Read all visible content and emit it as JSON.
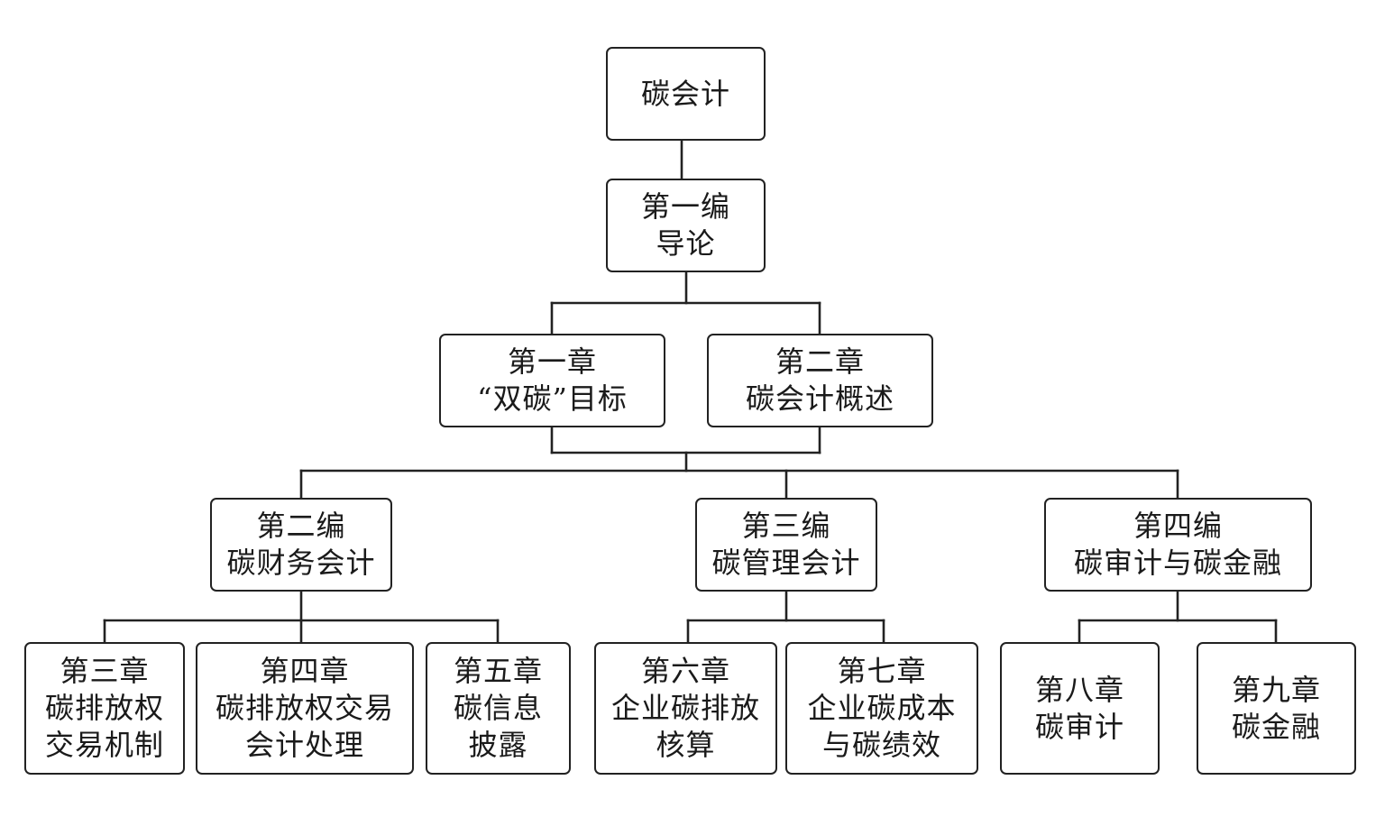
{
  "nodes": {
    "root": {
      "line1": "碳会计"
    },
    "part1": {
      "line1": "第一编",
      "line2": "导论"
    },
    "chapter1": {
      "line1": "第一章",
      "line2": "“双碳”目标"
    },
    "chapter2": {
      "line1": "第二章",
      "line2": "碳会计概述"
    },
    "part2": {
      "line1": "第二编",
      "line2": "碳财务会计"
    },
    "part3": {
      "line1": "第三编",
      "line2": "碳管理会计"
    },
    "part4": {
      "line1": "第四编",
      "line2": "碳审计与碳金融"
    },
    "chapter3": {
      "line1": "第三章",
      "line2": "碳排放权",
      "line3": "交易机制"
    },
    "chapter4": {
      "line1": "第四章",
      "line2": "碳排放权交易",
      "line3": "会计处理"
    },
    "chapter5": {
      "line1": "第五章",
      "line2": "碳信息",
      "line3": "披露"
    },
    "chapter6": {
      "line1": "第六章",
      "line2": "企业碳排放",
      "line3": "核算"
    },
    "chapter7": {
      "line1": "第七章",
      "line2": "企业碳成本",
      "line3": "与碳绩效"
    },
    "chapter8": {
      "line1": "第八章",
      "line2": "碳审计"
    },
    "chapter9": {
      "line1": "第九章",
      "line2": "碳金融"
    }
  },
  "colors": {
    "border": "#222222",
    "text": "#1a1a1a",
    "background": "#ffffff"
  }
}
